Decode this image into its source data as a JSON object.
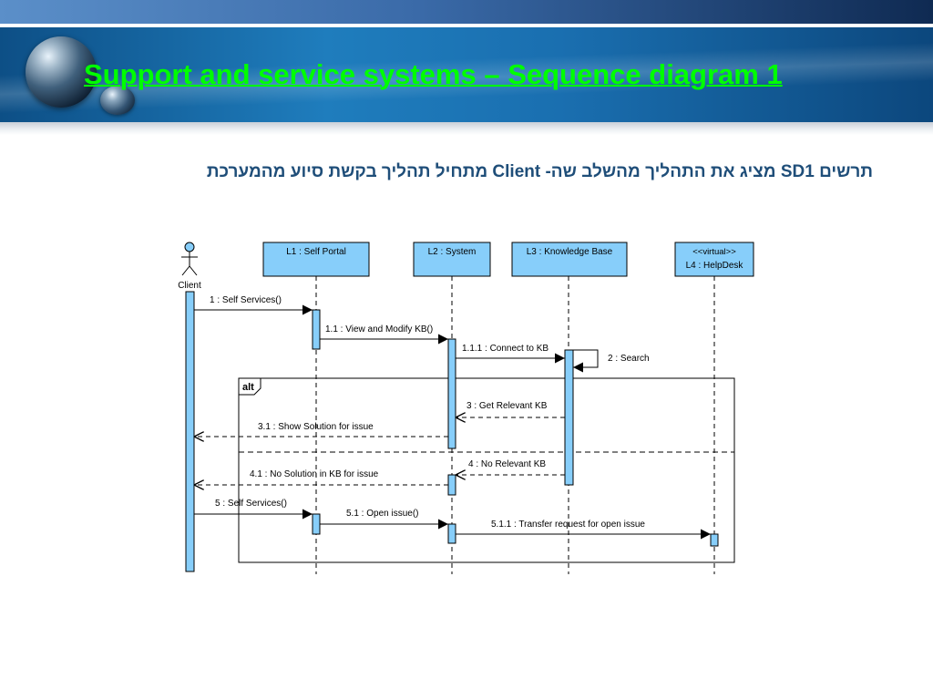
{
  "slide": {
    "title": "Support and service systems – Sequence diagram 1",
    "subtitle": "תרשים SD1 מציג את התהליך מהשלב שה- Client מתחיל תהליך בקשת סיוע מהמערכת"
  },
  "colors": {
    "title": "#00ff00",
    "subtitle": "#1f4e79",
    "lifeline_box": "#87cefa",
    "activation": "#87cefa",
    "line": "#000000"
  },
  "diagram": {
    "actor": {
      "label": "Client"
    },
    "lifelines": {
      "l1": {
        "label": "L1 : Self Portal"
      },
      "l2": {
        "label": "L2 : System"
      },
      "l3": {
        "label": "L3 : Knowledge  Base"
      },
      "l4": {
        "stereotype": "<<virtual>>",
        "label": "L4 : HelpDesk"
      }
    },
    "fragment": {
      "operator": "alt"
    },
    "messages": {
      "m1": {
        "label": "1 : Self Services()"
      },
      "m11": {
        "label": "1.1 : View and Modify KB()"
      },
      "m111": {
        "label": "1.1.1 : Connect to KB"
      },
      "m2": {
        "label": "2 : Search"
      },
      "m3": {
        "label": "3 : Get Relevant KB"
      },
      "m31": {
        "label": "3.1 : Show Solution for issue"
      },
      "m4": {
        "label": "4 : No Relevant KB"
      },
      "m41": {
        "label": "4.1 : No Solution in KB for issue"
      },
      "m5": {
        "label": "5 : Self Services()"
      },
      "m51": {
        "label": "5.1 : Open issue()"
      },
      "m511": {
        "label": "5.1.1 : Transfer  request for open  issue"
      }
    }
  }
}
